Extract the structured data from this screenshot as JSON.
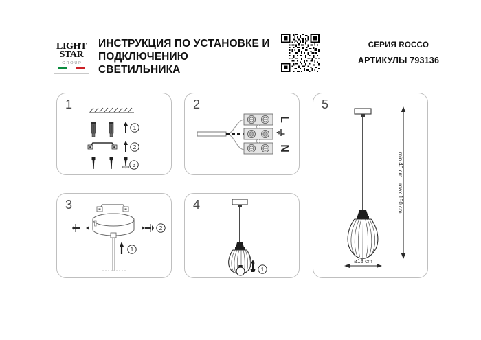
{
  "document": {
    "type": "installation-instruction-sheet",
    "language": "ru"
  },
  "header": {
    "logo": {
      "line1": "LIGHT",
      "line2": "STAR",
      "line3": "GROUP",
      "flag_colors": [
        "#0a8b3d",
        "#ffffff",
        "#cc2127"
      ],
      "alt": "Lightstar Group"
    },
    "title": "ИНСТРУКЦИЯ ПО УСТАНОВКЕ И ПОДКЛЮЧЕНИЮ СВЕТИЛЬНИКА",
    "title_line1": "ИНСТРУКЦИЯ ПО УСТАНОВКЕ И",
    "title_line2": "ПОДКЛЮЧЕНИЮ СВЕТИЛЬНИКА",
    "qr_code_label": "qr-code",
    "series_label": "СЕРИЯ ROCCO",
    "article_label": "АРТИКУЛЫ 793136"
  },
  "panels": [
    {
      "number": "1",
      "name": "panel-mounting-hardware",
      "description": "Ceiling surface with anchors, bracket and screws",
      "callouts": [
        "1",
        "2",
        "3"
      ]
    },
    {
      "number": "2",
      "name": "panel-wiring",
      "description": "Terminal block wiring connection",
      "terminals": [
        "L",
        "⏚",
        "N"
      ]
    },
    {
      "number": "3",
      "name": "panel-canopy-assembly",
      "description": "Ceiling cup mounted to bracket with screws",
      "callouts": [
        "1",
        "2"
      ]
    },
    {
      "number": "4",
      "name": "panel-lamp-bulb",
      "description": "Pendant luminaire with lamp bulb installation",
      "callouts": [
        "1"
      ]
    },
    {
      "number": "5",
      "name": "panel-dimensions",
      "description": "Overall dimensions of the pendant luminaire",
      "height_label": "min 40 cm .. max 150 cm",
      "diameter_label": "ø18 cm"
    }
  ],
  "colors": {
    "panel_border": "#bfbfbf",
    "ink": "#2b2b2b",
    "light_ink": "#4a4a4a",
    "metal_dark": "#2f2f2f",
    "metal_mid": "#8d8d8d",
    "metal_light": "#cfcfcf"
  }
}
